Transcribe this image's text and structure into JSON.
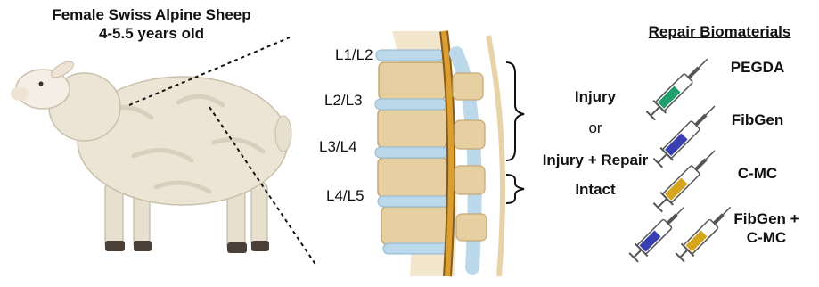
{
  "subject": {
    "title_line1": "Female Swiss Alpine Sheep",
    "title_line2": "4-5.5 years old"
  },
  "levels": [
    "L1/L2",
    "L2/L3",
    "L3/L4",
    "L4/L5"
  ],
  "conditions": {
    "injury": "Injury",
    "or": "or",
    "injury_repair": "Injury + Repair",
    "intact": "Intact"
  },
  "biomaterials": {
    "title": "Repair Biomaterials",
    "items": [
      {
        "label": "PEGDA",
        "color": "#1f9e6e"
      },
      {
        "label": "FibGen",
        "color": "#3a3fb0"
      },
      {
        "label": "C-MC",
        "color": "#d6a51e"
      },
      {
        "label_line1": "FibGen +",
        "label_line2": "C-MC"
      }
    ]
  },
  "colors": {
    "sheep_body": "#ece5d6",
    "sheep_shadow": "#d8cfbd",
    "bone": "#e6cfa1",
    "disc": "#bcd9ec",
    "cord": "#d9a030"
  }
}
